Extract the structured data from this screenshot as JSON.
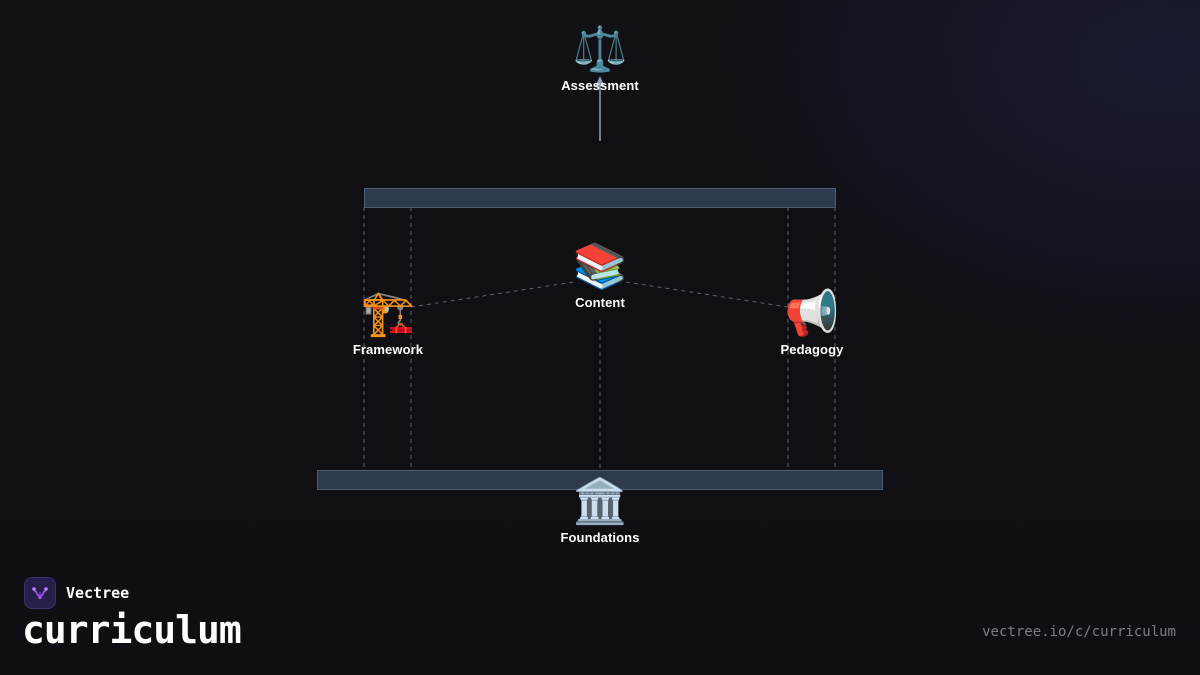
{
  "diagram": {
    "nodes": {
      "assessment": {
        "emoji": "⚖️",
        "label": "Assessment"
      },
      "content": {
        "emoji": "📚",
        "label": "Content"
      },
      "framework": {
        "emoji": "🏗️",
        "label": "Framework"
      },
      "pedagogy": {
        "emoji": "📢",
        "label": "Pedagogy"
      },
      "foundations": {
        "emoji": "🏛️",
        "label": "Foundations"
      }
    }
  },
  "brand": {
    "name": "Vectree",
    "title": "curriculum",
    "url": "vectree.io/c/curriculum"
  },
  "colors": {
    "background": "#0f0f13",
    "beam_fill": "#2e3b4e",
    "beam_stroke": "#4a5c74",
    "connector": "#8fa3b8",
    "text": "#ffffff",
    "url_text": "#7c7c86",
    "brand_accent": "#a855f7"
  }
}
